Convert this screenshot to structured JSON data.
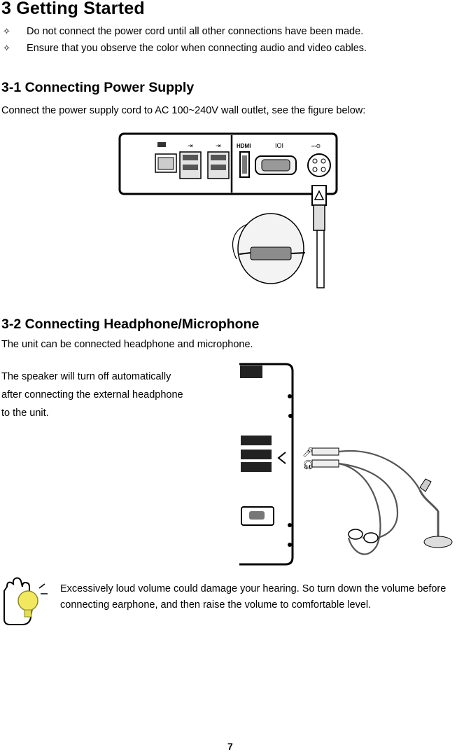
{
  "title": "3 Getting Started",
  "bullets": [
    "Do not connect the power cord until all other connections have been made.",
    "Ensure that you observe the color when connecting audio and video cables."
  ],
  "bullet_icon": "four-point-star-outline",
  "section1": {
    "heading": "3-1 Connecting Power Supply",
    "text": "Connect the power supply cord to AC 100~240V wall outlet, see the figure below:",
    "port_labels": {
      "hdmi": "HDMI",
      "vga": "IOI"
    }
  },
  "section2": {
    "heading": "3-2 Connecting Headphone/Microphone",
    "text": "The unit can be connected headphone and microphone.",
    "speaker_lines": [
      "The speaker will turn off automatically",
      "after connecting the external headphone",
      "to the unit."
    ]
  },
  "note": {
    "icon": "hand-lightbulb-icon",
    "text": "Excessively loud volume could damage your hearing. So turn down the volume before connecting earphone, and then raise the volume to comfortable level."
  },
  "page_number": "7"
}
